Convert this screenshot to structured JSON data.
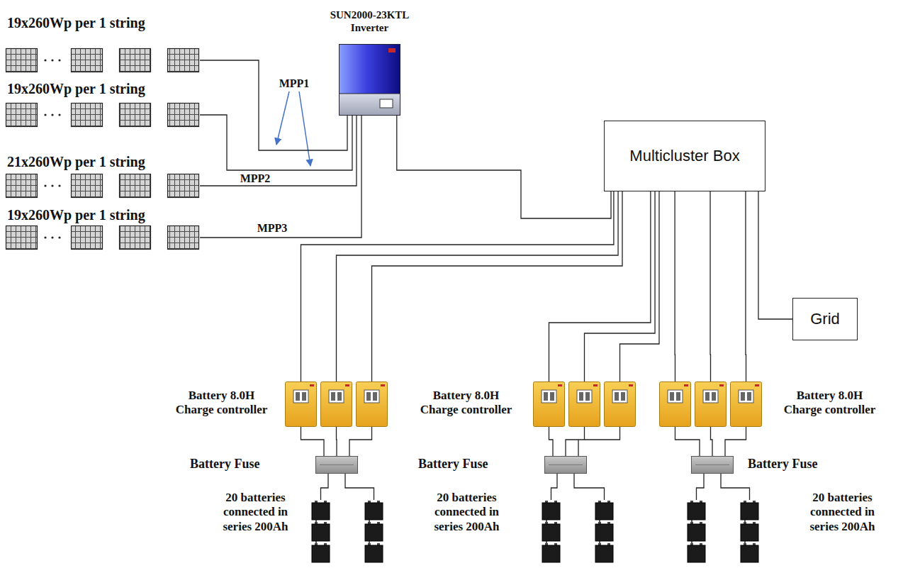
{
  "diagram": {
    "nodes": [
      {
        "text": [
          "19x260Wp per 1 string"
        ]
      },
      {
        "text": [
          "19x260Wp per 1 string"
        ]
      },
      {
        "text": [
          "21x260Wp per 1 string"
        ]
      },
      {
        "text": [
          "19x260Wp per 1 string"
        ]
      },
      {
        "text": [
          "SUN2000-23KTL Inverter"
        ]
      },
      {
        "text": [
          "Multicluster Box"
        ]
      },
      {
        "text": [
          "Grid"
        ]
      },
      {
        "text": [
          "Battery 8.0H Charge controller"
        ]
      },
      {
        "text": [
          "Battery 8.0H Charge controller"
        ]
      },
      {
        "text": [
          "Battery 8.0H Charge controller"
        ]
      },
      {
        "text": [
          "Battery Fuse"
        ]
      },
      {
        "text": [
          "Battery Fuse"
        ]
      },
      {
        "text": [
          "Battery Fuse"
        ]
      },
      {
        "text": [
          "20 batteries connected in series 200Ah"
        ]
      },
      {
        "text": [
          "20 batteries connected in series 200Ah"
        ]
      },
      {
        "text": [
          "20 batteries connected in series 200Ah"
        ]
      }
    ],
    "edges": [
      {
        "from": 0,
        "to": 4,
        "arrow": "none"
      },
      {
        "from": 1,
        "to": 4,
        "arrow": "none"
      },
      {
        "from": 2,
        "to": 4,
        "label": "MPP2",
        "arrow": "none"
      },
      {
        "from": 3,
        "to": 4,
        "label": "MPP3",
        "arrow": "none"
      },
      {
        "from": 4,
        "to": 5,
        "arrow": "none"
      },
      {
        "from": 5,
        "to": 6,
        "arrow": "none"
      },
      {
        "from": 5,
        "to": 7,
        "arrow": "none"
      },
      {
        "from": 5,
        "to": 8,
        "arrow": "none"
      },
      {
        "from": 5,
        "to": 9,
        "arrow": "none"
      },
      {
        "from": 7,
        "to": 10,
        "arrow": "none"
      },
      {
        "from": 8,
        "to": 11,
        "arrow": "none"
      },
      {
        "from": 9,
        "to": 12,
        "arrow": "none"
      },
      {
        "from": 10,
        "to": 13,
        "arrow": "none"
      },
      {
        "from": 11,
        "to": 14,
        "arrow": "none"
      },
      {
        "from": 12,
        "to": 15,
        "arrow": "none"
      }
    ],
    "labels": [
      "MPP1"
    ]
  }
}
